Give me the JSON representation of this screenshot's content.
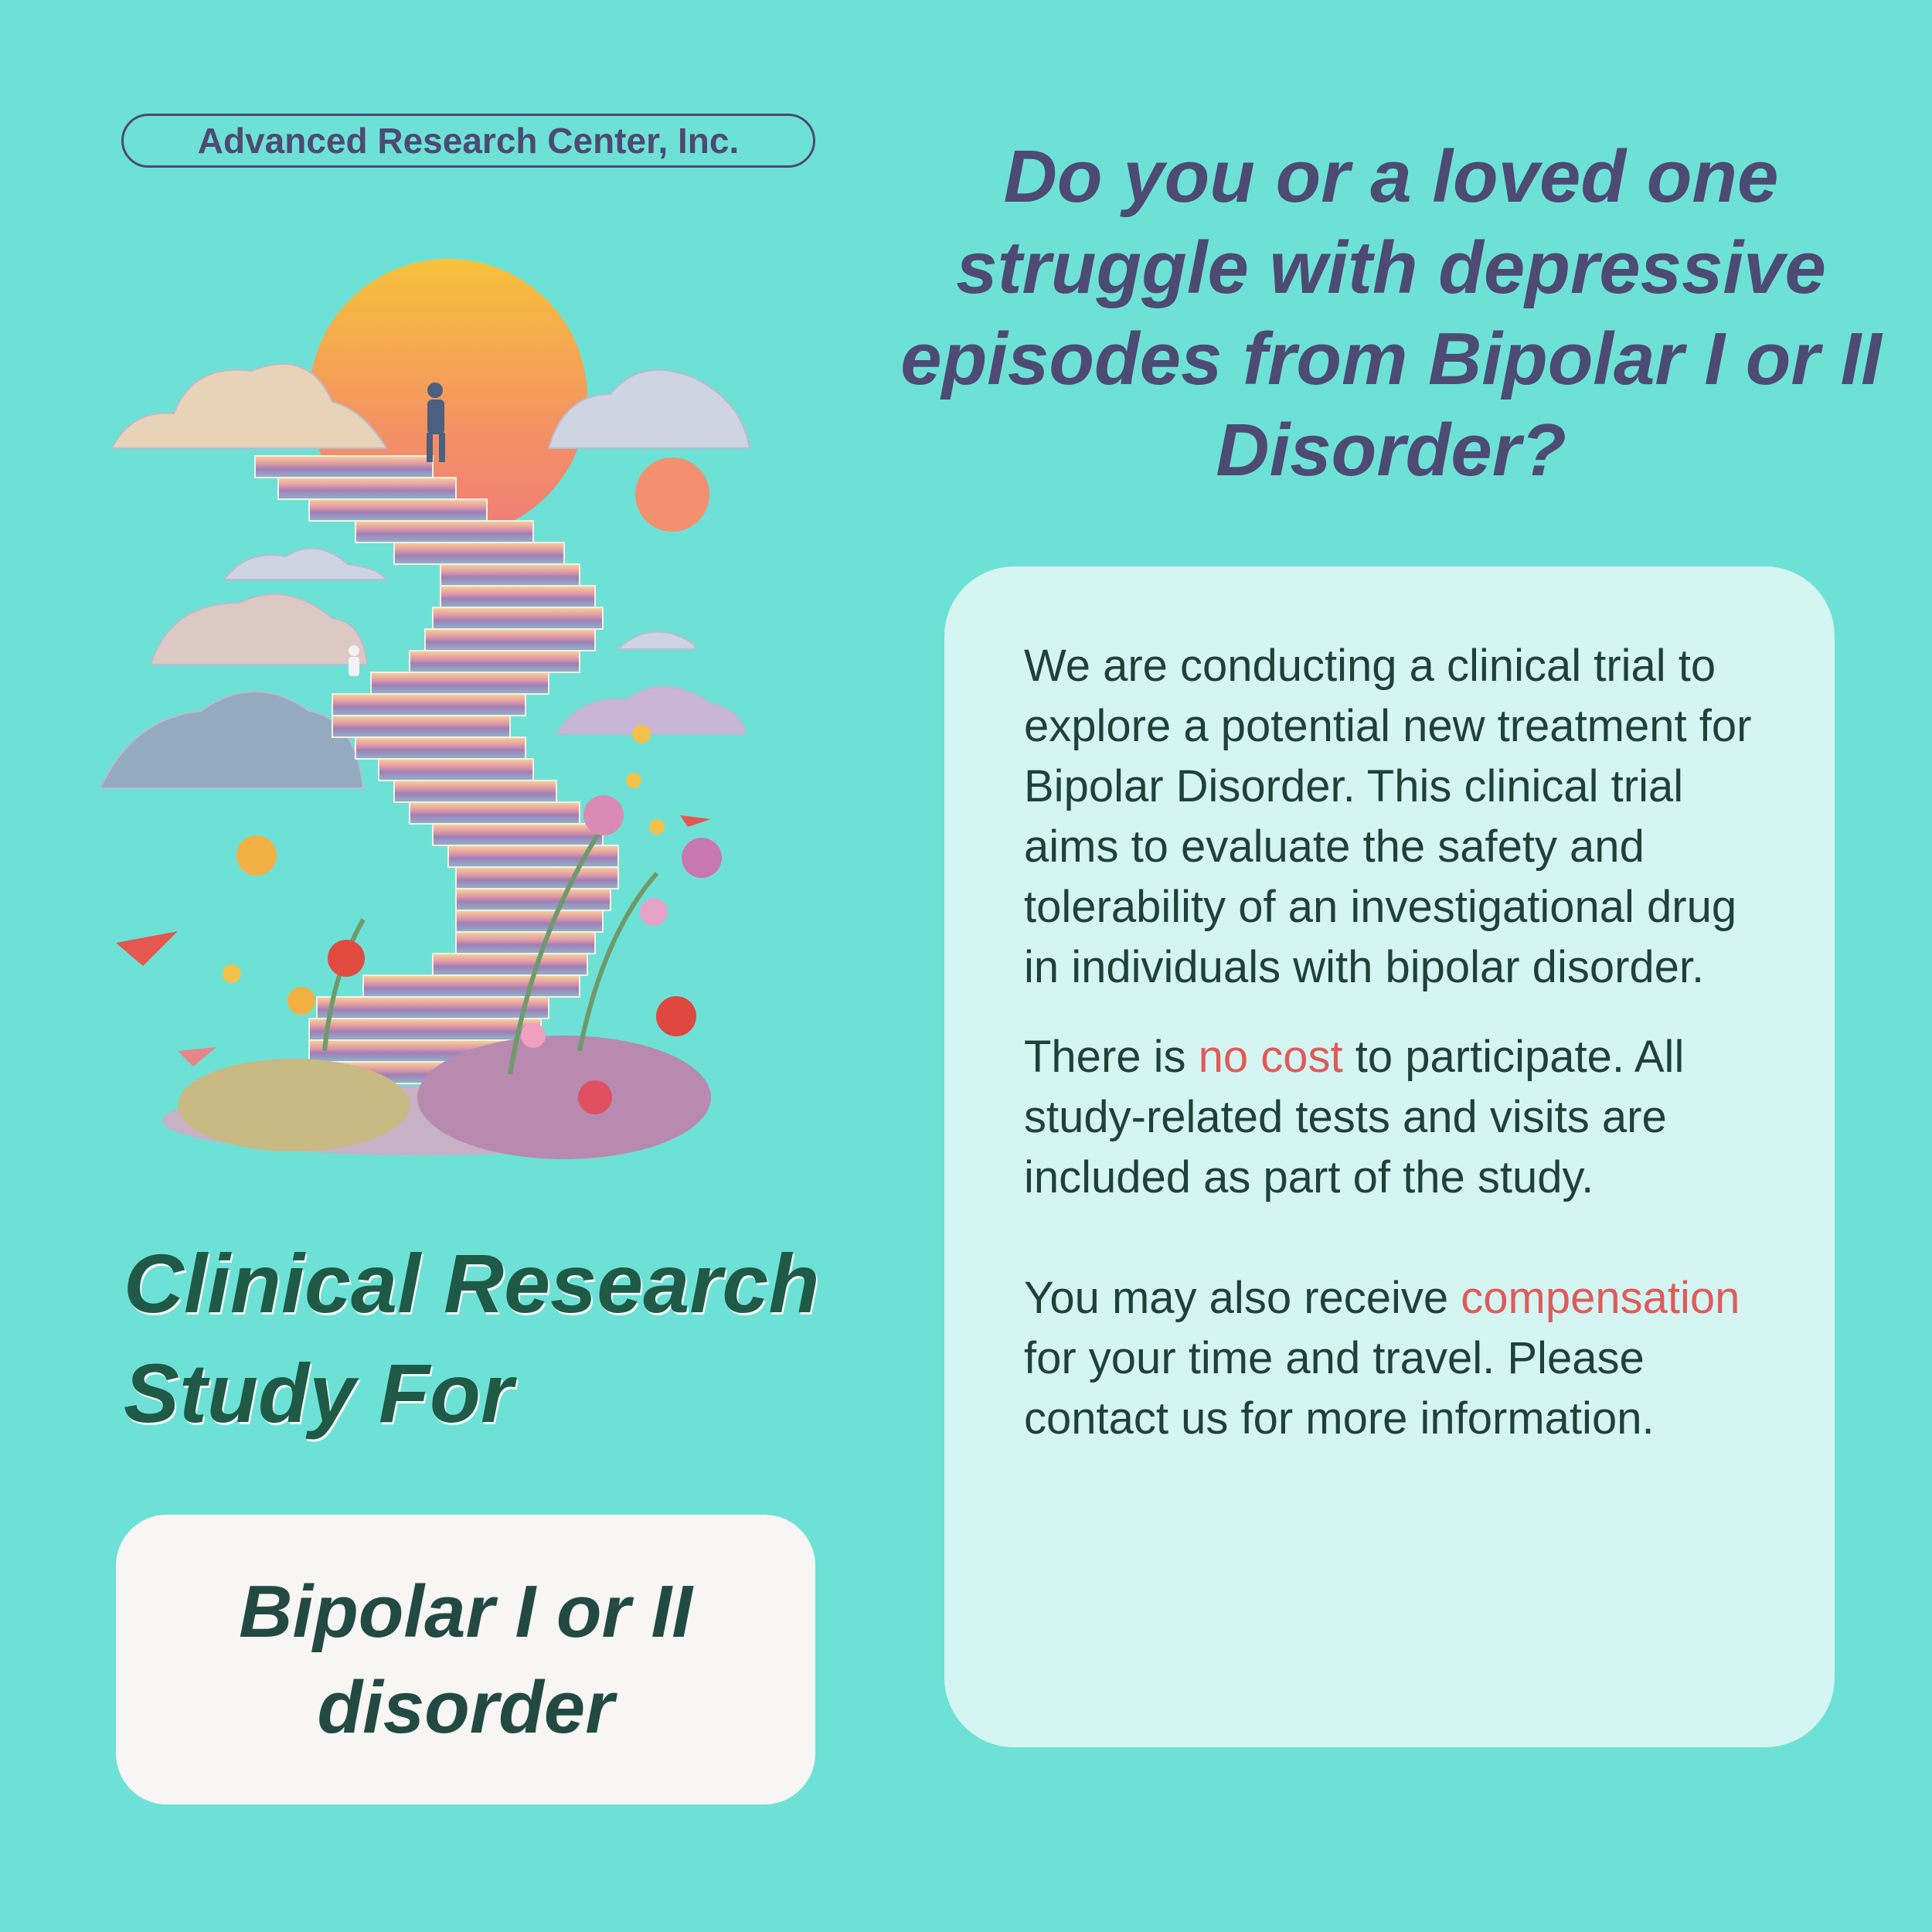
{
  "organization": {
    "name": "Advanced Research Center, Inc."
  },
  "headline": "Do you or a loved one struggle with depressive episodes from Bipolar I or II Disorder?",
  "study": {
    "title": "Clinical Research Study For",
    "condition": "Bipolar I or II disorder"
  },
  "details": {
    "paragraph1": "We are conducting a clinical trial to explore a potential new treatment for Bipolar Disorder. This clinical trial aims to evaluate the safety and tolerability of an investigational drug in individuals with bipolar disorder.",
    "paragraph2": {
      "before": "There is ",
      "highlight": "no cost",
      "after": " to participate. All study-related tests and visits are included as part of the study."
    },
    "paragraph3": {
      "before": "You may also receive ",
      "highlight": "compensation",
      "after": " for your time and travel. Please contact us for more information."
    }
  },
  "colors": {
    "background": "#6ee1d6",
    "headline": "#4d4a73",
    "title": "#1f5a47",
    "highlight": "#e15a5a",
    "card": "#d4f5f1"
  },
  "illustration": {
    "icon": "staircase-to-sun-illustration"
  }
}
